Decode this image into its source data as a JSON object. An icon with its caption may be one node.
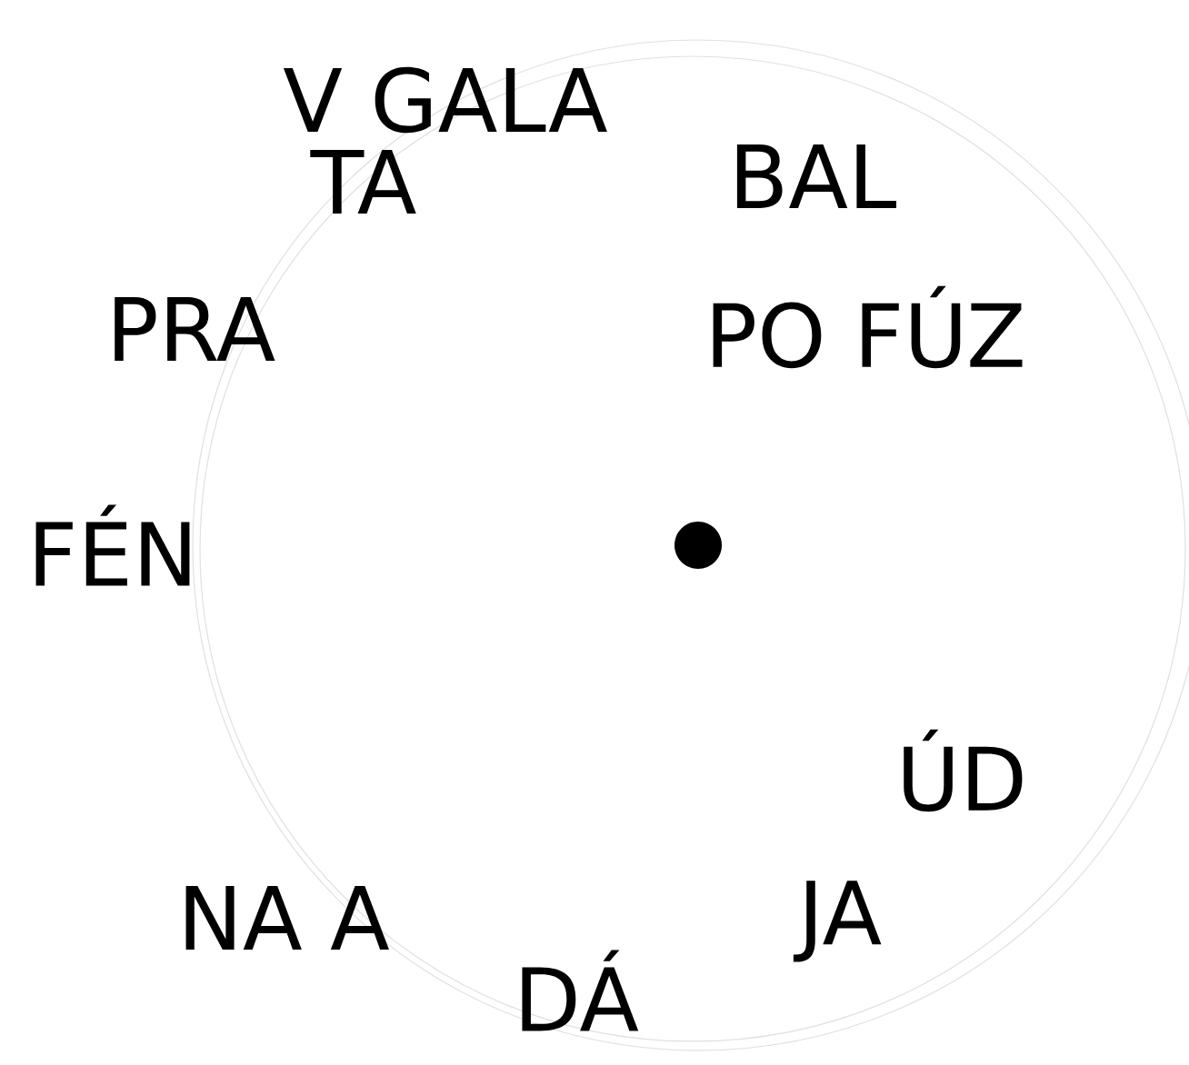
{
  "diagram": {
    "labels": [
      "V GALA",
      "TA",
      "BAL",
      "PRA",
      "PO FÚZ",
      "FÉN",
      "ÚD",
      "NA A",
      "JA",
      "DÁ"
    ]
  }
}
